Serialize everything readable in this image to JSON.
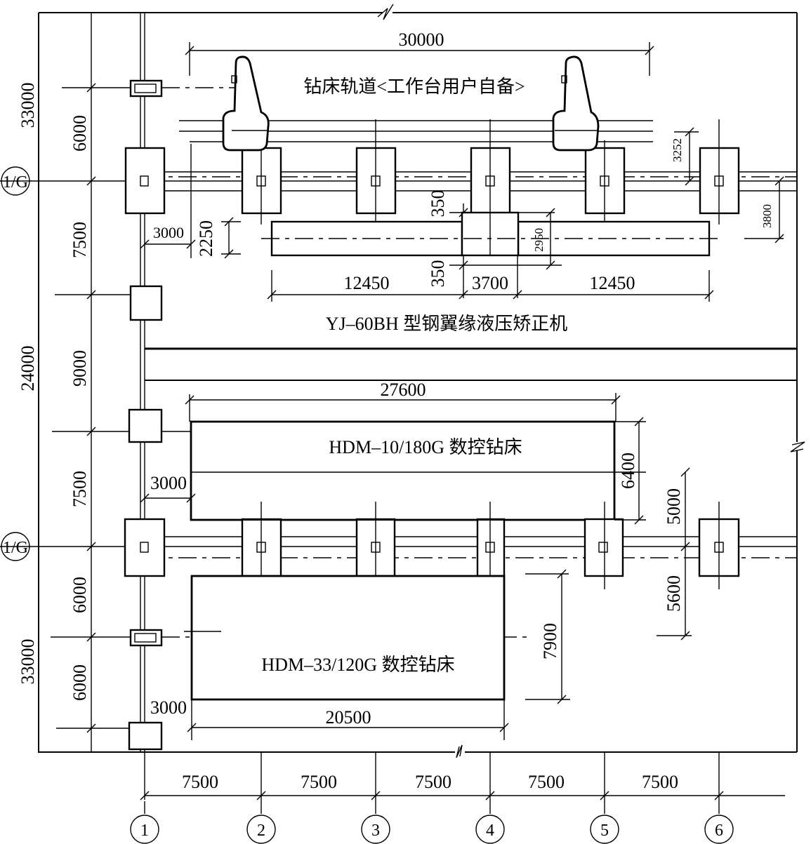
{
  "labels": {
    "rail": "钻床轨道<工作台用户自备>",
    "straightener": "YJ–60BH 型钢翼缘液压矫正机",
    "drill_upper": "HDM–10/180G 数控钻床",
    "drill_lower": "HDM–33/120G 数控钻床"
  },
  "axis_marks": {
    "row_top": "1/G",
    "row_bottom": "1/G",
    "columns": [
      "1",
      "2",
      "3",
      "4",
      "5",
      "6"
    ]
  },
  "dimensions": {
    "rail_span": "30000",
    "left_top_total": "33000",
    "left_top_6000": "6000",
    "left_7500_a": "7500",
    "left_middle_total": "24000",
    "left_9000": "9000",
    "left_7500_b": "7500",
    "left_6000_c": "6000",
    "left_bottom_total": "33000",
    "left_6000_d": "6000",
    "offset_3000_a": "3000",
    "offset_3000_b": "3000",
    "offset_3000_c": "3000",
    "straightener_2250": "2250",
    "straightener_350_top": "350",
    "straightener_350_bot": "350",
    "straightener_2950": "2950",
    "right_3252": "3252",
    "right_3800": "3800",
    "seg_12450_left": "12450",
    "seg_3700": "3700",
    "seg_12450_right": "12450",
    "drill_upper_length": "27600",
    "drill_upper_6400": "6400",
    "drill_upper_5000": "5000",
    "drill_lower_5600": "5600",
    "drill_lower_7900": "7900",
    "drill_lower_length": "20500",
    "bay_spacings": [
      "7500",
      "7500",
      "7500",
      "7500",
      "7500"
    ]
  }
}
